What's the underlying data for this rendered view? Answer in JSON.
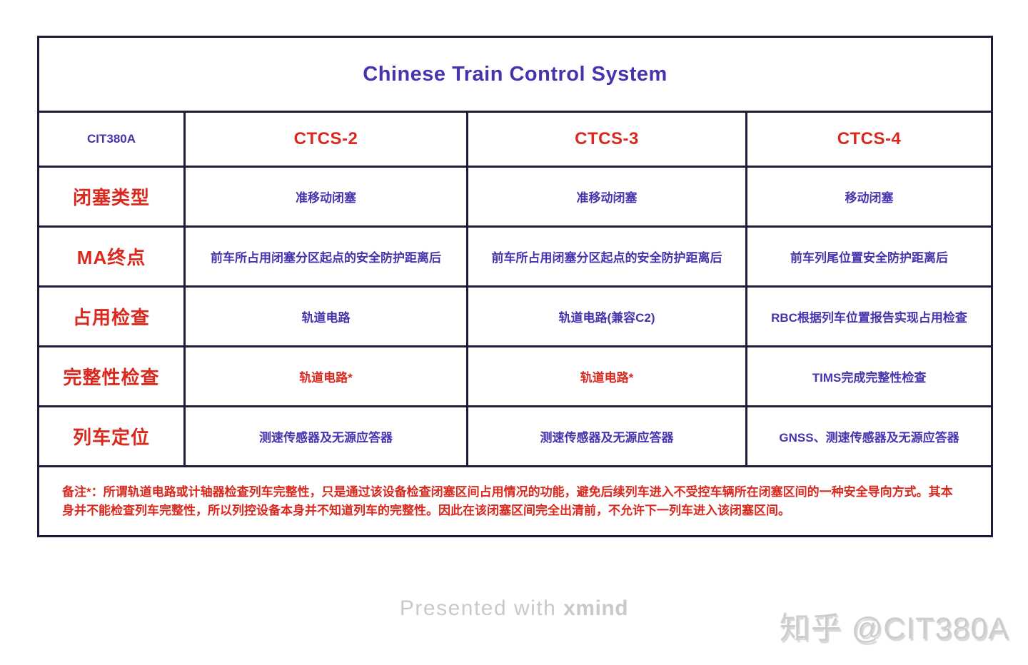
{
  "chart_data": {
    "type": "table",
    "title": "Chinese Train Control System",
    "corner_label": "CIT380A",
    "columns": [
      "CTCS-2",
      "CTCS-3",
      "CTCS-4"
    ],
    "rows": [
      {
        "label": "闭塞类型",
        "cells": [
          {
            "text": "准移动闭塞",
            "tone": "purple"
          },
          {
            "text": "准移动闭塞",
            "tone": "purple"
          },
          {
            "text": "移动闭塞",
            "tone": "purple"
          }
        ]
      },
      {
        "label": "MA终点",
        "cells": [
          {
            "text": "前车所占用闭塞分区起点的安全防护距离后",
            "tone": "purple"
          },
          {
            "text": "前车所占用闭塞分区起点的安全防护距离后",
            "tone": "purple"
          },
          {
            "text": "前车列尾位置安全防护距离后",
            "tone": "purple"
          }
        ]
      },
      {
        "label": "占用检查",
        "cells": [
          {
            "text": "轨道电路",
            "tone": "purple"
          },
          {
            "text": "轨道电路(兼容C2)",
            "tone": "purple"
          },
          {
            "text": "RBC根据列车位置报告实现占用检查",
            "tone": "purple"
          }
        ]
      },
      {
        "label": "完整性检查",
        "cells": [
          {
            "text": "轨道电路*",
            "tone": "red"
          },
          {
            "text": "轨道电路*",
            "tone": "red"
          },
          {
            "text": "TIMS完成完整性检查",
            "tone": "purple"
          }
        ]
      },
      {
        "label": "列车定位",
        "cells": [
          {
            "text": "测速传感器及无源应答器",
            "tone": "purple"
          },
          {
            "text": "测速传感器及无源应答器",
            "tone": "purple"
          },
          {
            "text": "GNSS、测速传感器及无源应答器",
            "tone": "purple"
          }
        ]
      }
    ],
    "footnote": "备注*：所谓轨道电路或计轴器检查列车完整性，只是通过该设备检查闭塞区间占用情况的功能，避免后续列车进入不受控车辆所在闭塞区间的一种安全导向方式。其本身并不能检查列车完整性，所以列控设备本身并不知道列车的完整性。因此在该闭塞区间完全出清前，不允许下一列车进入该闭塞区间。"
  },
  "footer": {
    "presented_prefix": "Presented with",
    "presented_brand": "xmind",
    "watermark": "知乎 @CIT380A"
  },
  "colors": {
    "purple": "#4734ad",
    "red": "#d9281e",
    "border": "#1c1c38",
    "footergray": "#c9c9c9",
    "watermarkgray": "#cdcdcd"
  }
}
